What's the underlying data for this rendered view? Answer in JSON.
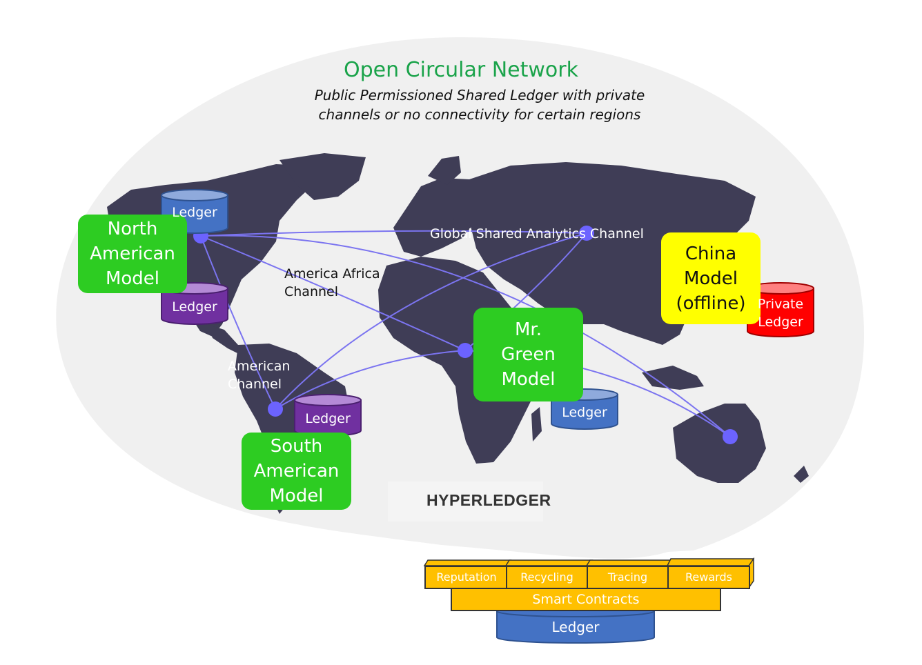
{
  "title": "Open Circular Network",
  "subtitle_lines": [
    "Public Permissioned Shared Ledger with private",
    "channels or no connectivity for certain regions"
  ],
  "models": {
    "north_america": [
      "North",
      "American",
      "Model"
    ],
    "south_america": [
      "South",
      "American",
      "Model"
    ],
    "mr_green": [
      "Mr.",
      "Green",
      "Model"
    ],
    "china": [
      "China",
      "Model",
      "(offline)"
    ]
  },
  "channels": {
    "global": "Global Shared Analytics Channel",
    "america_africa": [
      "America Africa",
      "Channel"
    ],
    "american": [
      "American",
      "Channel"
    ]
  },
  "ledgers": {
    "na_blue": "Ledger",
    "na_purple": "Ledger",
    "sa_purple": "Ledger",
    "africa_blue": "Ledger",
    "china_private": [
      "Private",
      "Ledger"
    ]
  },
  "logo_text": "HYPERLEDGER",
  "stack": {
    "modules": [
      "Reputation",
      "Recycling",
      "Tracing",
      "Rewards"
    ],
    "smart_contracts": "Smart Contracts",
    "ledger": "Ledger"
  },
  "colors": {
    "bubble": "#f0f0f0",
    "land": "#3f3d56",
    "link": "#7b74f0",
    "node": "#6c63ff",
    "ledger_blue": "#4472c4",
    "ledger_purple": "#7030a0",
    "ledger_red": "#ff0000",
    "model_green": "#2dcc22",
    "model_yellow": "#ffff00",
    "title_green": "#1aa34a",
    "stack_orange": "#ffc000"
  }
}
